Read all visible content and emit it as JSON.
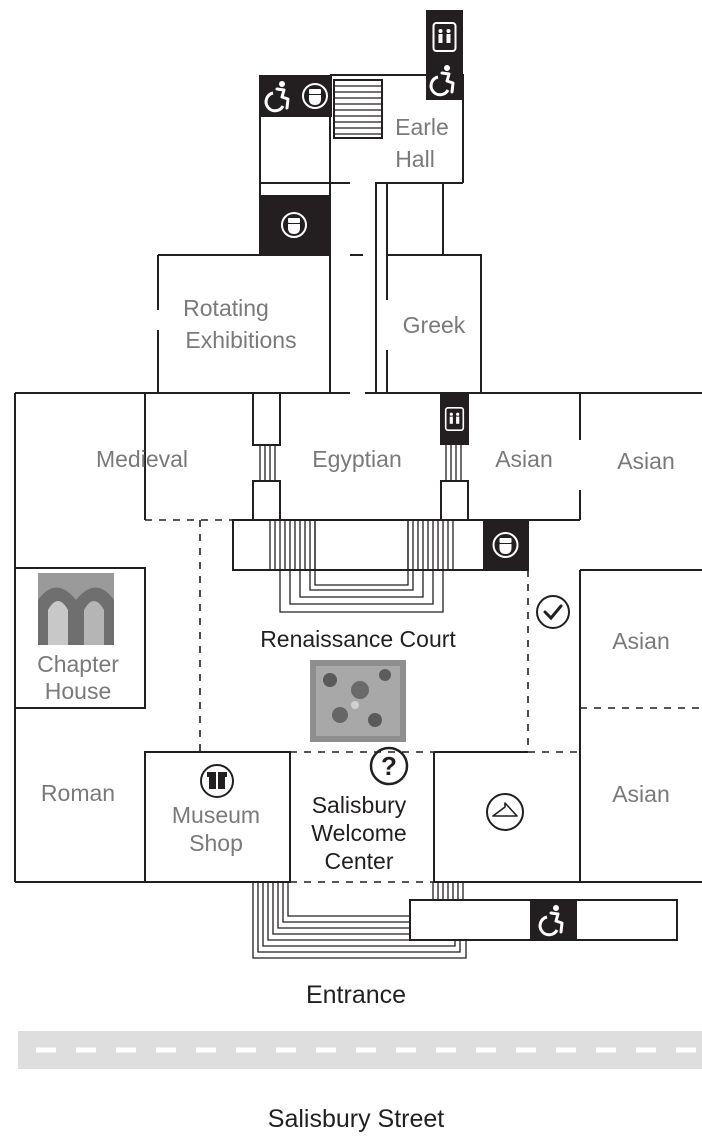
{
  "map": {
    "rooms": {
      "earle_hall": [
        "Earle",
        "Hall"
      ],
      "rotating": [
        "Rotating",
        "Exhibitions"
      ],
      "greek": "Greek",
      "medieval": "Medieval",
      "egyptian": "Egyptian",
      "asian_inner": "Asian",
      "asian_top_right": "Asian",
      "asian_mid_right": "Asian",
      "asian_low_right": "Asian",
      "chapter_house": [
        "Chapter",
        "House"
      ],
      "roman": "Roman",
      "museum_shop": [
        "Museum",
        "Shop"
      ],
      "renaissance_court": "Renaissance Court",
      "welcome_center": [
        "Salisbury",
        "Welcome",
        "Center"
      ]
    },
    "entrance": "Entrance",
    "street": "Salisbury Street",
    "colors": {
      "wall": "#231f20",
      "label": "#7a7a7a",
      "street": "#dedede",
      "street_dash": "#ffffff",
      "icon_bg": "#231f20"
    },
    "icons": [
      "restroom-icon",
      "accessible-icon",
      "elevator-icon",
      "info-icon",
      "gift-icon",
      "coat-check-icon",
      "checkmark-icon"
    ]
  }
}
